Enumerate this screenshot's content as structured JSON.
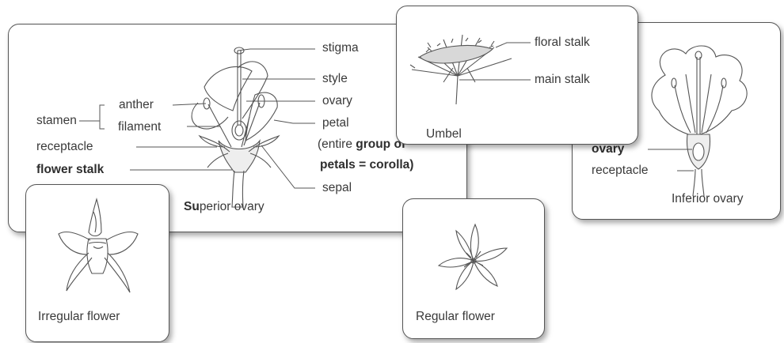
{
  "superior_panel": {
    "caption_bold": "Su",
    "caption_rest": "perior ovary",
    "labels": {
      "stigma": "stigma",
      "style": "style",
      "ovary": "ovary",
      "petal": "petal",
      "petal_note_open": "(entire ",
      "petal_note_bold": "group of",
      "petal_note_line2_bold": "petals",
      "petal_note_line2_rest": " = corolla)",
      "sepal": "sepal",
      "stamen": "stamen",
      "anther": "anther",
      "filament": "filament",
      "receptacle": "receptacle",
      "flower_stalk": "flower stalk"
    }
  },
  "umbel_panel": {
    "caption": "Umbel",
    "labels": {
      "floral_stalk": "floral stalk",
      "main_stalk": "main stalk"
    }
  },
  "inferior_panel": {
    "caption": "Inferior ovary",
    "labels": {
      "ovary": "ovary",
      "receptacle": "receptacle"
    }
  },
  "irregular_panel": {
    "caption": "Irregular flower"
  },
  "regular_panel": {
    "caption": "Regular flower"
  }
}
